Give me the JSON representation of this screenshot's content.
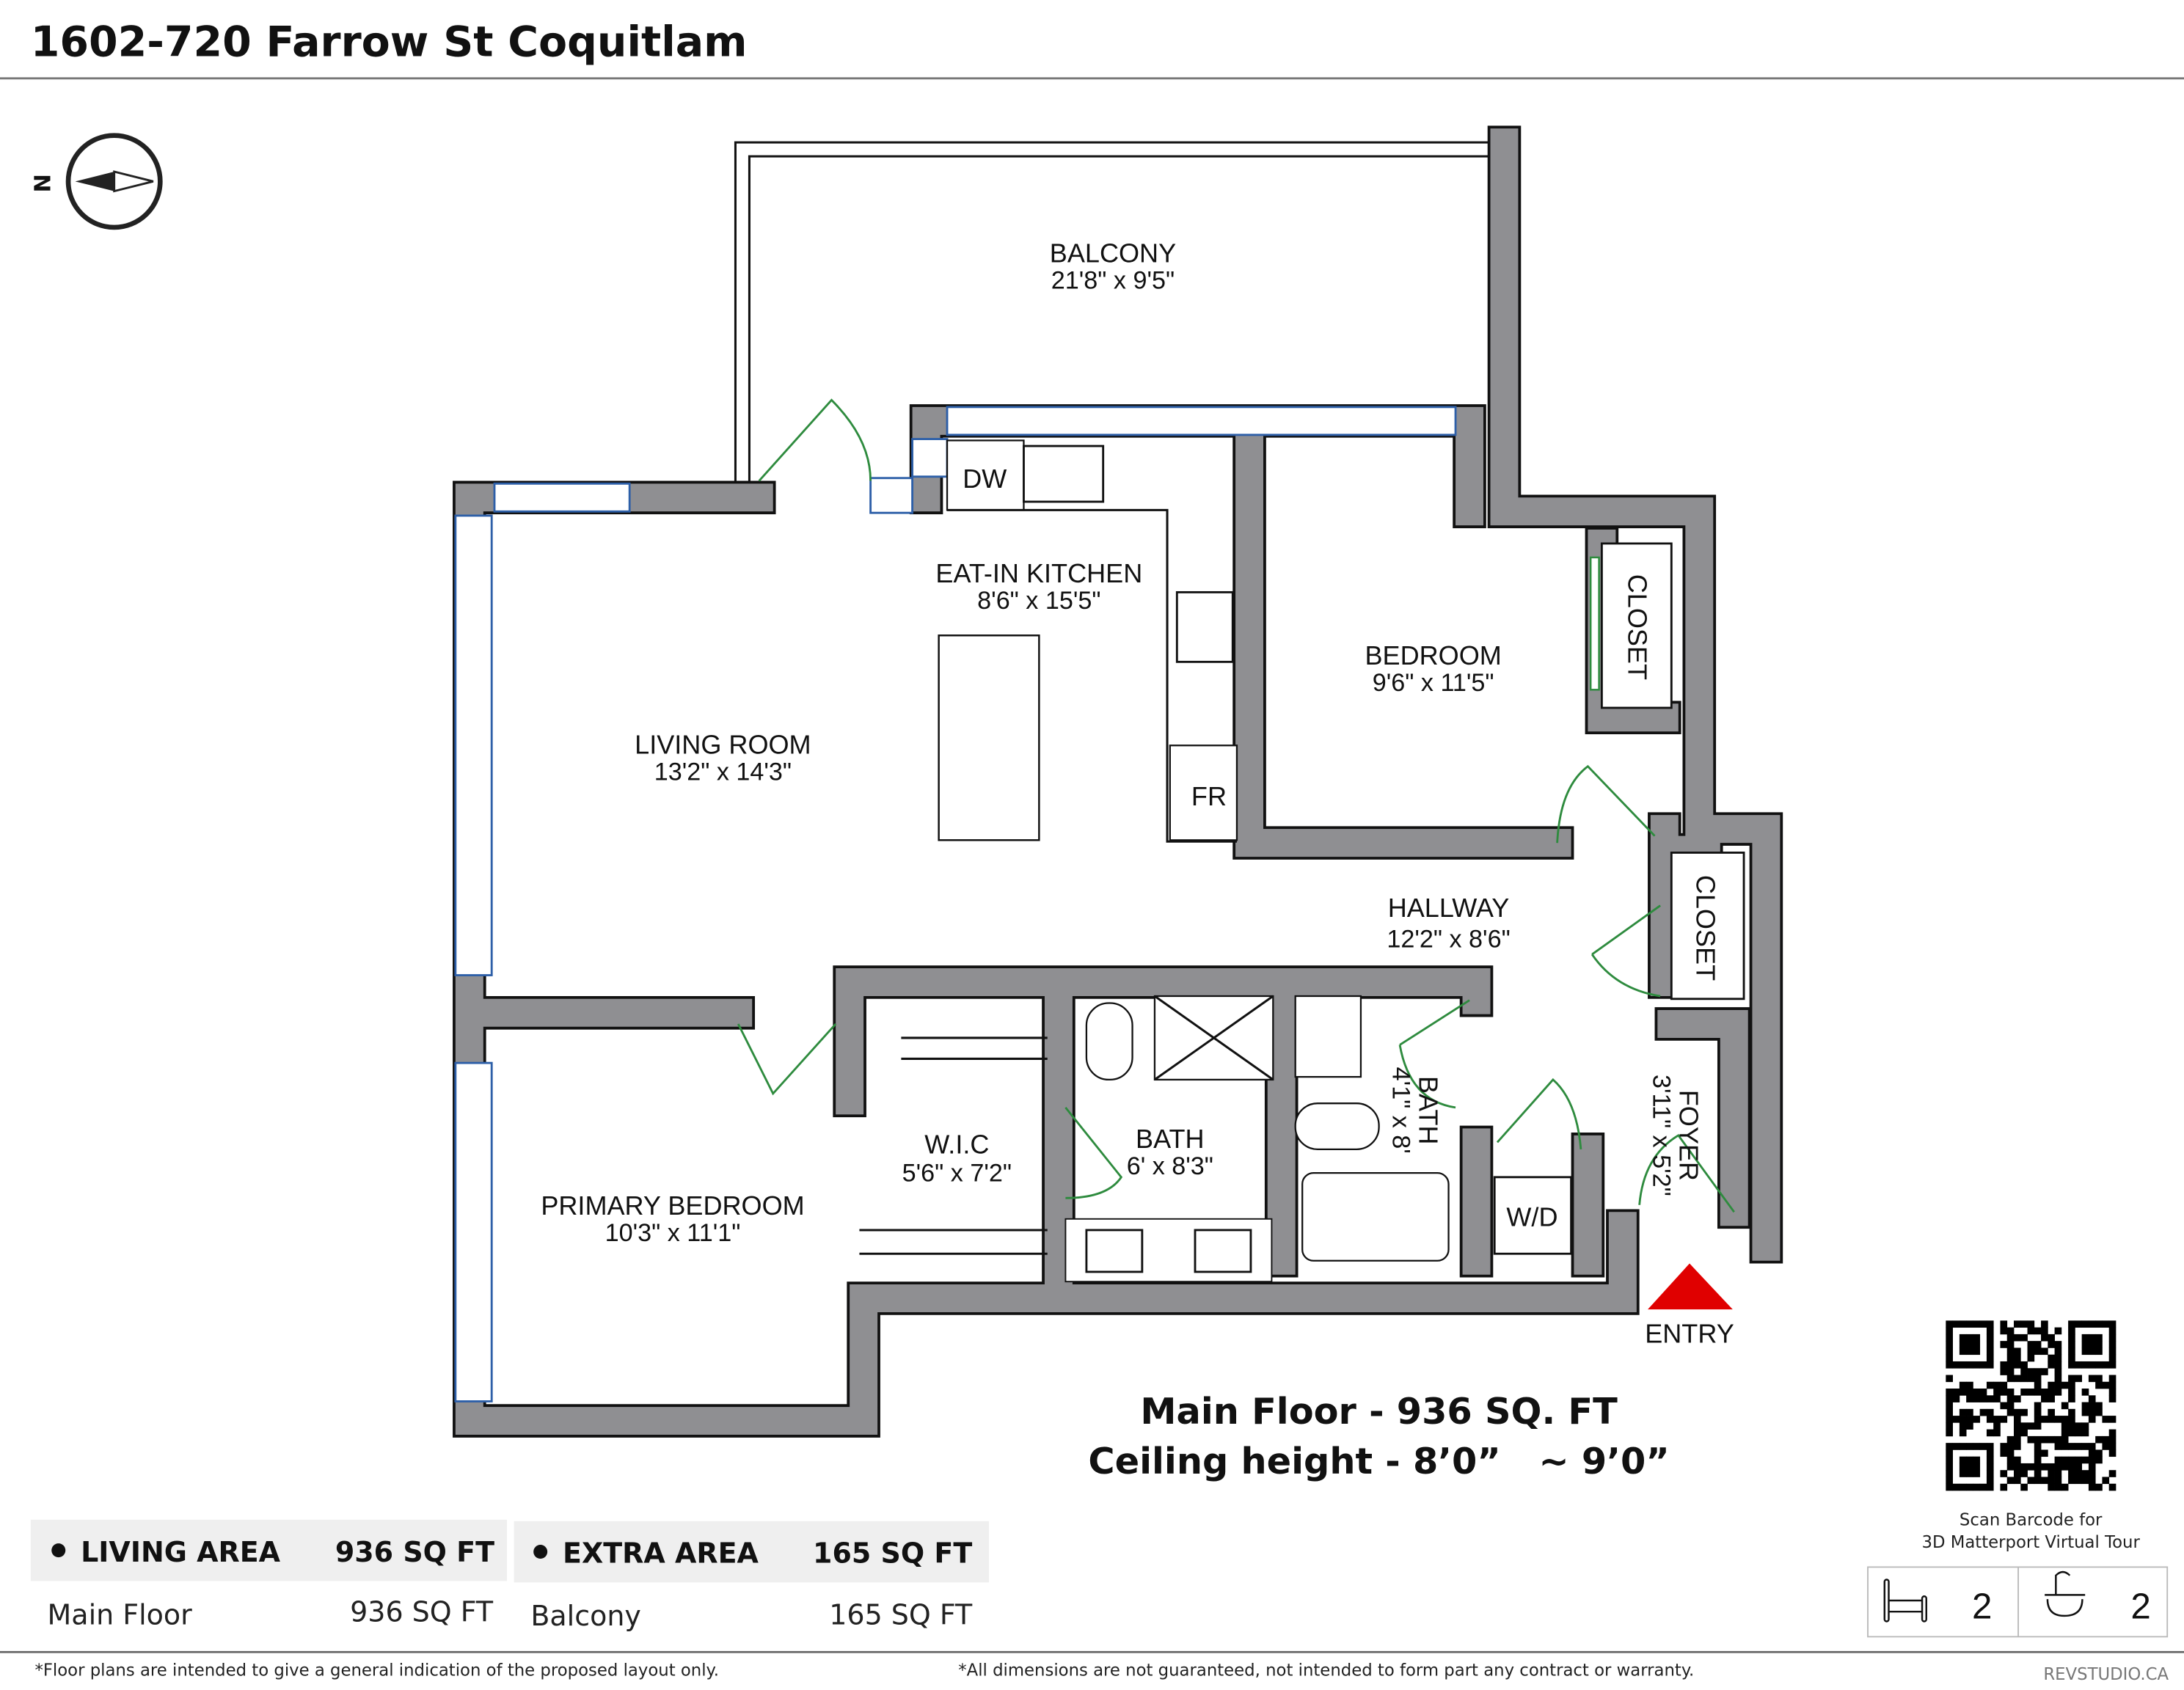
{
  "header": {
    "title": "1602-720 Farrow St Coquitlam"
  },
  "compass": {
    "label": "N"
  },
  "rooms": {
    "balcony": {
      "name": "BALCONY",
      "dims": "21'8\" x 9'5\""
    },
    "kitchen": {
      "name": "EAT-IN KITCHEN",
      "dims": "8'6\" x 15'5\""
    },
    "living": {
      "name": "LIVING ROOM",
      "dims": "13'2\" x 14'3\""
    },
    "bedroom": {
      "name": "BEDROOM",
      "dims": "9'6\" x 11'5\""
    },
    "hallway": {
      "name": "HALLWAY",
      "dims": "12'2\" x 8'6\""
    },
    "wic": {
      "name": "W.I.C",
      "dims": "5'6\" x 7'2\""
    },
    "bath1": {
      "name": "BATH",
      "dims": "6' x 8'3\""
    },
    "bath2": {
      "name": "BATH",
      "dims": "4'1\" x 8'"
    },
    "foyer": {
      "name": "FOYER",
      "dims": "3'11\" x 5'2\""
    },
    "primary": {
      "name": "PRIMARY BEDROOM",
      "dims": "10'3\" x 11'1\""
    },
    "closet1": {
      "name": "CLOSET"
    },
    "closet2": {
      "name": "CLOSET"
    }
  },
  "fixtures": {
    "dw": "DW",
    "fr": "FR",
    "wd": "W/D"
  },
  "entry": {
    "label": "ENTRY",
    "color": "#e00000"
  },
  "summary": {
    "floor": "Main Floor - 936 SQ. FT",
    "ceiling": "Ceiling height - 8’0”   ~ 9’0”"
  },
  "areas": {
    "living": {
      "header": "LIVING AREA",
      "total": "936 SQ FT",
      "rows": [
        {
          "label": "Main Floor",
          "value": "936 SQ FT"
        }
      ]
    },
    "extra": {
      "header": "EXTRA AREA",
      "total": "165 SQ FT",
      "rows": [
        {
          "label": "Balcony",
          "value": "165 SQ FT"
        }
      ]
    }
  },
  "qr": {
    "caption_line1": "Scan Barcode for",
    "caption_line2": "3D Matterport Virtual Tour"
  },
  "counts": {
    "beds": "2",
    "baths": "2",
    "bed_icon": "bed-icon",
    "bath_icon": "bathtub-icon"
  },
  "footer": {
    "disclaimer_left": "*Floor plans are intended to give a general indication of the proposed layout only.",
    "disclaimer_right": "*All dimensions are not guaranteed, not intended to form part any contract or warranty.",
    "brand": "REVSTUDIO.CA"
  }
}
